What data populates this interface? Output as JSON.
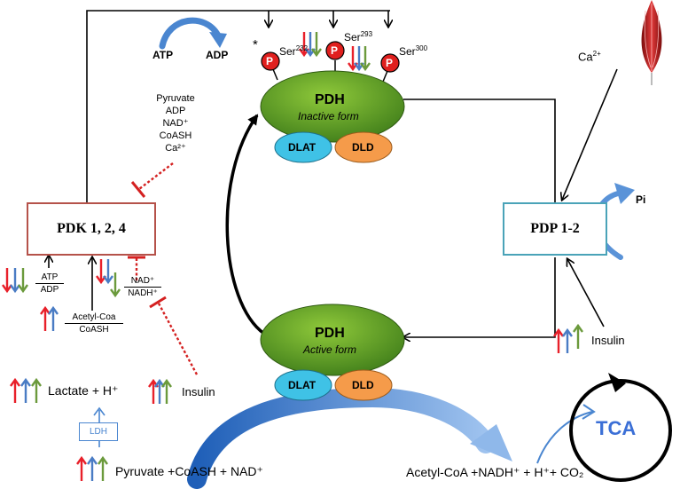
{
  "pdh_inactive": {
    "title": "PDH",
    "subtitle": "Inactive form"
  },
  "pdh_active": {
    "title": "PDH",
    "subtitle": "Active form"
  },
  "dlat": "DLAT",
  "dld": "DLD",
  "phospho": "P",
  "serines": {
    "s232": "Ser",
    "s232_sup": "232",
    "s293": "Ser",
    "s293_sup": "293",
    "s300": "Ser",
    "s300_sup": "300"
  },
  "asterisk": "*",
  "atp_adp_top": {
    "atp": "ATP",
    "adp": "ADP"
  },
  "pdk": "PDK 1, 2, 4",
  "pdp": "PDP 1-2",
  "pi": "Pi",
  "calcium": "Ca",
  "calcium_sup": "2+",
  "pdk_inhibitors": [
    "Pyruvate",
    "ADP",
    "NAD⁺",
    "CoASH",
    "Ca²⁺"
  ],
  "atp_ratio": {
    "num": "ATP",
    "den": "ADP"
  },
  "acetyl_ratio": {
    "num": "Acetyl-Coa",
    "den": "CoASH"
  },
  "nad_ratio": {
    "num": "NAD⁺",
    "den": "NADH⁺"
  },
  "insulin_left": "Insulin",
  "insulin_right": "Insulin",
  "lactate": "Lactate + H⁺",
  "ldh": "LDH",
  "substrates": "Pyruvate +CoASH + NAD⁺",
  "products": "Acetyl-CoA +NADH⁺ + H⁺+ CO₂",
  "tca": "TCA",
  "colors": {
    "red": "#e8202a",
    "blue": "#4a7cc4",
    "green": "#6b9a3c",
    "pdh_green": "#5a9a2a",
    "dlat": "#3fc2e6",
    "dld": "#f59b4a",
    "pdk_border": "#b5524a",
    "pdp_border": "#4aa3b8",
    "tca_text": "#3b6fd6"
  }
}
